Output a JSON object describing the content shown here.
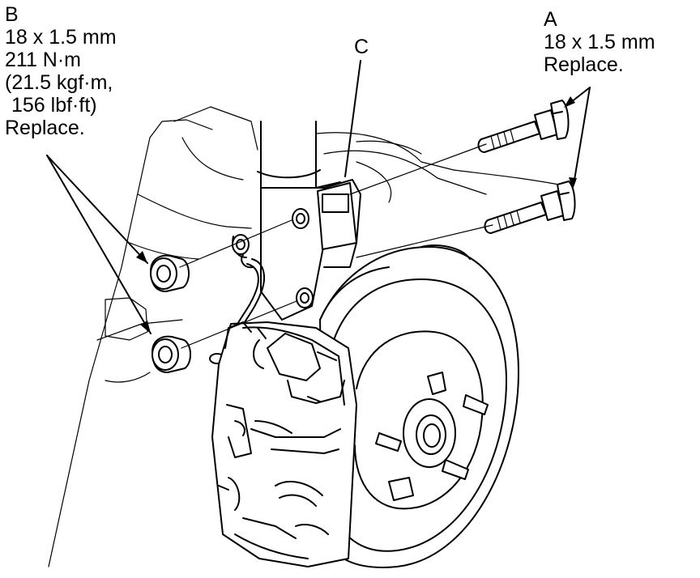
{
  "labels": {
    "a": {
      "letter": "A",
      "size": "18 x 1.5 mm",
      "note": "Replace."
    },
    "b": {
      "letter": "B",
      "size": "18 x 1.5 mm",
      "torque_nm": "211 N·m",
      "torque_kgf": "(21.5 kgf·m,",
      "torque_lbf": "156 lbf·ft)",
      "note": "Replace."
    },
    "c": {
      "letter": "C"
    }
  },
  "colors": {
    "line": "#000000",
    "background": "#ffffff"
  }
}
